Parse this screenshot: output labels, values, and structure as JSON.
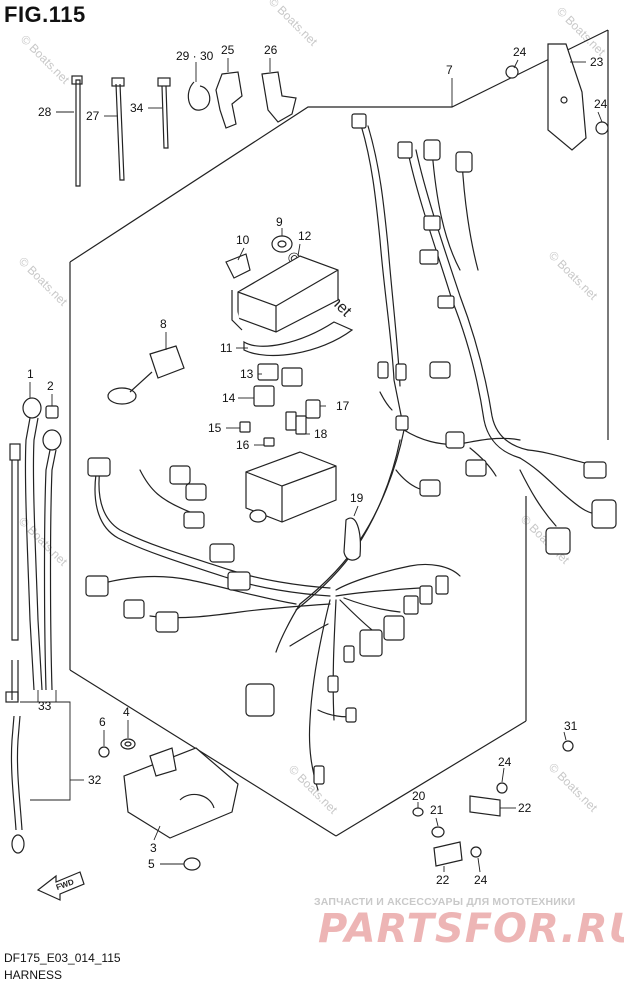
{
  "figure": {
    "title": "FIG.115",
    "code": "DF175_E03_014_115",
    "name": "HARNESS"
  },
  "callouts": {
    "c1": "1",
    "c2": "2",
    "c3": "3",
    "c4": "4",
    "c5": "5",
    "c6": "6",
    "c7": "7",
    "c8": "8",
    "c9": "9",
    "c10": "10",
    "c11": "11",
    "c12": "12",
    "c13": "13",
    "c14": "14",
    "c15": "15",
    "c16": "16",
    "c17": "17",
    "c18": "18",
    "c19": "19",
    "c20": "20",
    "c21": "21",
    "c22a": "22",
    "c22b": "22",
    "c23": "23",
    "c24a": "24",
    "c24b": "24",
    "c24c": "24",
    "c24d": "24",
    "c25": "25",
    "c26": "26",
    "c27": "27",
    "c2930": "29 · 30",
    "c28": "28",
    "c31": "31",
    "c32": "32",
    "c33": "33",
    "c34": "34"
  },
  "fwd_label": "FWD",
  "watermark": {
    "text": "© Boats.net",
    "center_text": "© Boats.net"
  },
  "promo": {
    "tagline": "ЗАПЧАСТИ И АКСЕССУАРЫ ДЛЯ МОТОТЕХНИКИ",
    "logo": "PARTSFOR.RU"
  }
}
